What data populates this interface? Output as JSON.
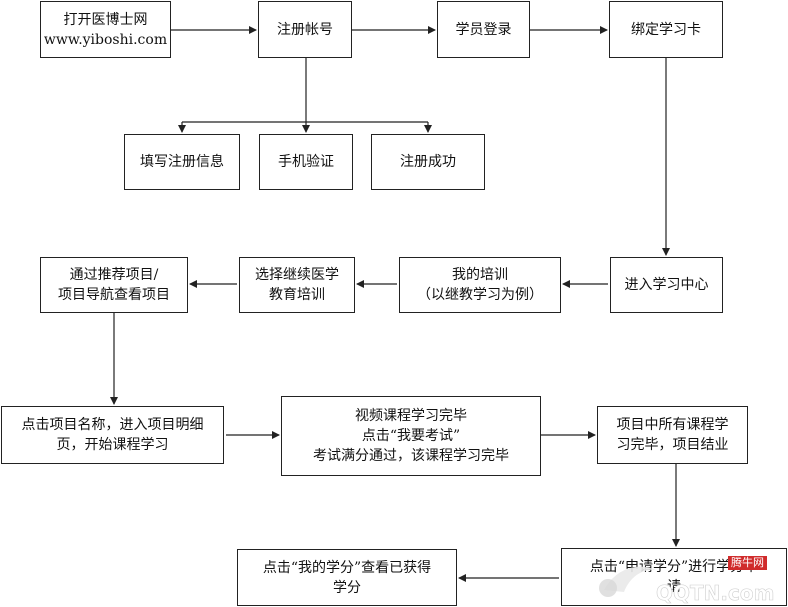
{
  "nodes": {
    "open_site": "打开医博士网\nwww.yiboshi.com",
    "register": "注册帐号",
    "login": "学员登录",
    "bind_card": "绑定学习卡",
    "fill_info": "填写注册信息",
    "phone_verify": "手机验证",
    "register_success": "注册成功",
    "learning_center": "进入学习中心",
    "my_training": "我的培训\n（以继教学习为例）",
    "choose_cme": "选择继续医学\n教育培训",
    "recommend": "通过推荐项目/\n项目导航查看项目",
    "click_project": "点击项目名称，进入项目明细\n页，开始课程学习",
    "video_done": "视频课程学习完毕\n点击“我要考试”\n考试满分通过，该课程学习完毕",
    "project_done": "项目中所有课程学\n习完毕，项目结业",
    "apply_credit": "点击“申请学分”进行学分申\n请",
    "view_credit": "点击“我的学分”查看已获得\n学分"
  },
  "watermark": {
    "text": "腾牛网",
    "logo": "QQTN.com"
  },
  "colors": {
    "line": "#222222",
    "watermark": "#d02b2b"
  }
}
